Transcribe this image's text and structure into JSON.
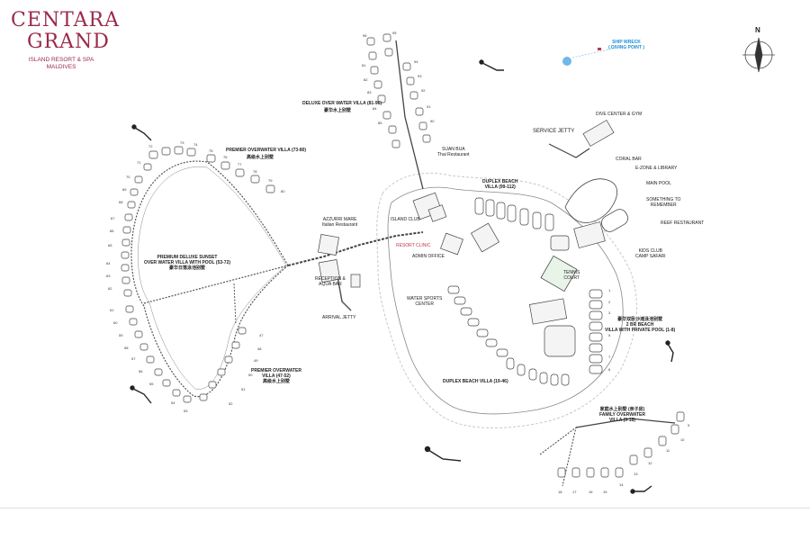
{
  "brand": {
    "line1": "CENTARA",
    "line2": "GRAND",
    "line3": "ISLAND RESORT & SPA",
    "line4": "MALDIVES",
    "color": "#9b2a4a"
  },
  "compass": {
    "label": "N"
  },
  "labels": {
    "ship_wreck_1": "SHIP WRECK",
    "ship_wreck_2": "( DIVING POINT )",
    "deluxe_ow": "DELUXE OVER WATER VILLA (81-96)",
    "deluxe_ow_cn": "豪华水上别墅",
    "dive_center": "DIVE CENTER & GYM",
    "service_jetty": "SERVICE JETTY",
    "coral_bar": "CORAL BAR",
    "ezone": "E-ZONE & LIBRARY",
    "main_pool": "MAIN POOL",
    "something1": "SOMETHING TO",
    "something2": "REMEMBER",
    "reef_restaurant": "REEF RESTAURANT",
    "kids_club_1": "KIDS CLUB",
    "kids_club_2": "CAMP SAFARI",
    "suan_bua_1": "SUAN BUA",
    "suan_bua_2": "Thai Restaurant",
    "duplex_beach_top_1": "DUPLEX BEACH",
    "duplex_beach_top_2": "VILLA (99-112)",
    "island_club": "ISLAND CLUB",
    "resort_clinic": "RESORT CLINIC",
    "admin_office": "ADMIN OFFICE",
    "azzurri_1": "AZZURRI MARE",
    "azzurri_2": "Italian Restaurant",
    "reception_1": "RECEPTION &",
    "reception_2": "AQUA BAR",
    "arrival_jetty": "ARRIVAL JETTY",
    "premier_ow_top_1": "PREMIER OVERWATER VILLA (73-80)",
    "premier_ow_top_cn": "高级水上别墅",
    "premium_deluxe_1": "PREMIUM DELUXE SUNSET",
    "premium_deluxe_2": "OVER WATER VILLA WITH POOL (53-72)",
    "premium_deluxe_cn": "豪华日落泳池别墅",
    "premier_ow_bottom_1": "PREMIER OVERWATER",
    "premier_ow_bottom_2": "VILLA (47-52)",
    "premier_ow_bottom_cn": "高级水上别墅",
    "water_sports_1": "WATER SPORTS",
    "water_sports_2": "CENTER",
    "tennis_1": "TENNIS",
    "tennis_2": "COURT",
    "two_br_cn": "豪华双卧沙滩泳池别墅",
    "two_br_1": "2 BR BEACH",
    "two_br_2": "VILLA WITH PRIVATE POOL (1-8)",
    "duplex_beach_bottom": "DUPLEX BEACH VILLA (19-46)",
    "family_cn": "家庭水上别墅 (亲子房)",
    "family_1": "FAMILY OVERWATER",
    "family_2": "VILLA (9-18)"
  },
  "numbers": {
    "n73": "73",
    "n74": "74",
    "n75": "75",
    "n76": "76",
    "n77": "77",
    "n78": "78",
    "n79": "79",
    "n80": "80",
    "n72": "72",
    "n71": "71",
    "n70": "70",
    "n69": "69",
    "n68": "68",
    "n67": "67",
    "n66": "66",
    "n65": "65",
    "n64": "64",
    "n63": "63",
    "n62": "62",
    "n61": "61",
    "n60": "60",
    "n59": "59",
    "n58": "58",
    "n57": "57",
    "n56": "56",
    "n55": "55",
    "n54": "54",
    "n53": "53",
    "n52": "52",
    "n51": "51",
    "n50": "50",
    "n49": "49",
    "n48": "48",
    "n47": "47",
    "n81": "81",
    "n82": "82",
    "n83": "83",
    "n84": "84",
    "n85": "85",
    "n86": "86",
    "n87": "87",
    "n88": "88",
    "n89": "89",
    "n90": "90",
    "n91": "91",
    "n92": "92",
    "n93": "93",
    "n94": "94",
    "n95": "95",
    "n96": "96",
    "n1": "1",
    "n2": "2",
    "n3": "3",
    "n4": "4",
    "n5": "5",
    "n6": "6",
    "n7": "7",
    "n8": "8",
    "n9": "9",
    "n10": "10",
    "n11": "11",
    "n12": "12",
    "n13": "13",
    "n14": "14",
    "n15": "15",
    "n16": "16",
    "n17": "17",
    "n18": "18"
  },
  "colors": {
    "ink": "#333333",
    "island_fill": "#ffffff",
    "reef_dash": "#bbbbbb",
    "ship_wreck": "#6fb8e8",
    "clinic": "#c2354a"
  }
}
